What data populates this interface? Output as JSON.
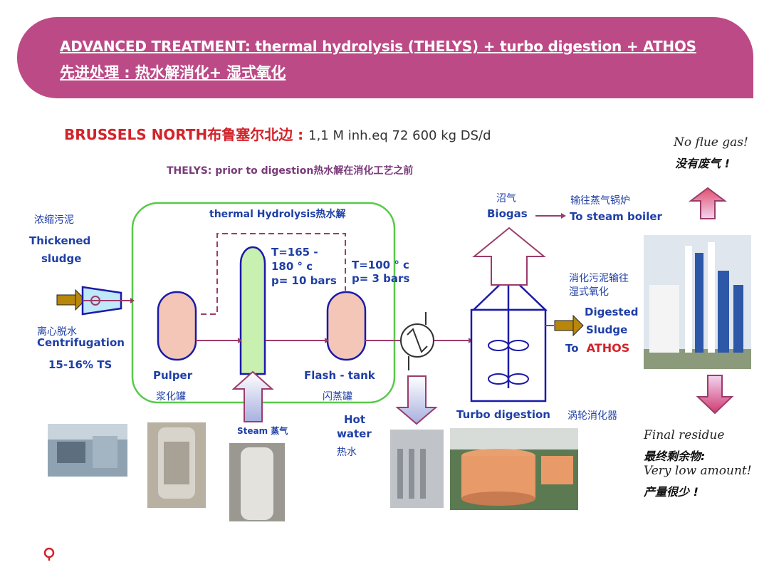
{
  "banner": {
    "title_en": "ADVANCED TREATMENT: thermal hydrolysis (THELYS) + turbo digestion + ATHOS",
    "title_cn": "先进处理 : 热水解消化+  湿式氧化",
    "color": "#bc4a86"
  },
  "site": {
    "name": "BRUSSELS NORTH布鲁塞尔北边 : ",
    "capacity": "1,1 M inh.eq 72 600 kg DS/d"
  },
  "thelys_note": "THELYS: prior to digestion热水解在消化工艺之前",
  "inlet": {
    "cn": "浓缩污泥",
    "en1": "Thickened",
    "en2": "sludge",
    "centrifuge_cn": "离心脱水",
    "centrifuge_en": "Centrifugation",
    "ts": "15-16% TS"
  },
  "hydrolysis": {
    "title": "thermal Hydrolysis热水解",
    "reactor_t1": "T=165  -",
    "reactor_t2": "180 ° c",
    "reactor_p": "p= 10 bars",
    "flash_t": "T=100 ° c",
    "flash_p": "p= 3 bars",
    "pulper_en": "Pulper",
    "pulper_cn": "浆化罐",
    "flash_en": "Flash  - tank",
    "flash_cn": "闪蒸罐",
    "steam": "Steam 蒸气",
    "hot_water1": "Hot",
    "hot_water2": "water",
    "hot_water_cn": "热水"
  },
  "digestion": {
    "biogas_cn": "沼气",
    "biogas_en": "Biogas",
    "boiler_cn": "输往蒸气锅炉",
    "boiler_en": "To steam boiler",
    "digest_cn1": "消化污泥输往",
    "digest_cn2": "湿式氧化",
    "digested1": "Digested",
    "digested2": "Sludge",
    "to": "To",
    "athos": "ATHOS",
    "turbo_en": "Turbo digestion",
    "turbo_cn": "涡轮消化器"
  },
  "athos_side": {
    "no_flue_en": "No flue gas!",
    "no_flue_cn": "没有废气 !",
    "final_en": "Final residue",
    "final_cn": "最终剩余物:",
    "low_en": "Very low amount!",
    "low_cn": "产量很少 !"
  },
  "colors": {
    "pipe": "#9b3c6a",
    "vessel_blue": "#1a1aa8",
    "pulper_fill": "#f3c6b8",
    "reactor_fill": "#c8f0b0",
    "frame_green": "#59c94a",
    "arrow_gold": "#b8860b"
  }
}
